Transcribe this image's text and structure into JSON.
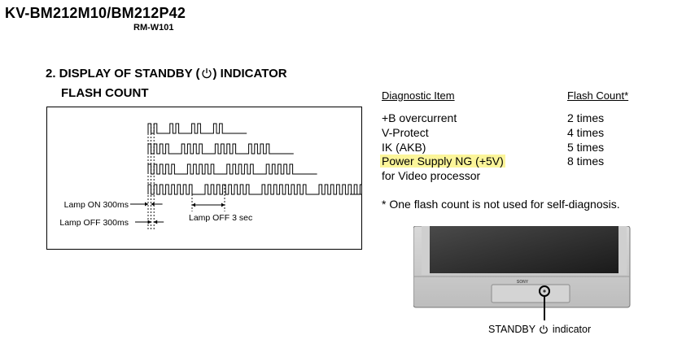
{
  "header": {
    "model": "KV-BM212M10/BM212P42",
    "remote": "RM-W101"
  },
  "section": {
    "heading_pre": "2. DISPLAY OF STANDBY (",
    "heading_post": ") INDICATOR",
    "heading_line2": "FLASH COUNT",
    "power_symbol": "power-icon"
  },
  "diagram": {
    "lamp_on_label": "Lamp ON 300ms",
    "lamp_off_label": "Lamp OFF 300ms",
    "lamp_off_3sec_label": "Lamp OFF 3 sec",
    "rows": [
      {
        "pulses": 2
      },
      {
        "pulses": 4
      },
      {
        "pulses": 5
      },
      {
        "pulses": 8
      }
    ]
  },
  "table": {
    "col1_header": "Diagnostic Item",
    "col2_header": "Flash Count*",
    "rows": [
      {
        "item": "+B overcurrent",
        "count": "2 times",
        "highlight": false
      },
      {
        "item": "V-Protect",
        "count": "4 times",
        "highlight": false
      },
      {
        "item": "IK (AKB)",
        "count": "5 times",
        "highlight": false
      },
      {
        "item": "Power Supply NG (+5V)",
        "count": "8 times",
        "highlight": true
      },
      {
        "item": "for Video processor",
        "count": "",
        "highlight": false
      }
    ],
    "highlight_color": "#fbf59a"
  },
  "note": "*  One flash count is not used for self-diagnosis.",
  "tv": {
    "brand": "SONY",
    "caption_pre": "STANDBY",
    "caption_post": "indicator"
  }
}
